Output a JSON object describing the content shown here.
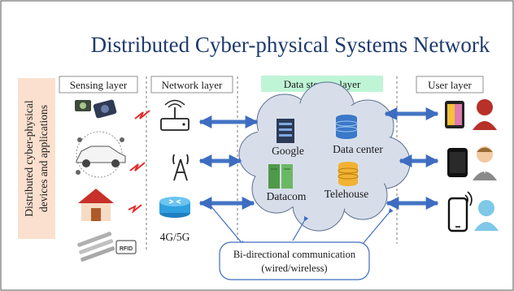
{
  "title": "Distributed Cyber-physical Systems Network",
  "side_label": {
    "line1": "Distributed cyber-physical",
    "line2": "devices and applications"
  },
  "layers": {
    "sensing": "Sensing layer",
    "network": "Network layer",
    "storage": "Data storage layer",
    "user": "User layer"
  },
  "storage_nodes": {
    "google": "Google",
    "data_center": "Data center",
    "datacom": "Datacom",
    "telehouse": "Telehouse"
  },
  "network_label": "4G/5G",
  "rfid_label": "RFID",
  "callout": {
    "line1": "Bi-directional communication",
    "line2": "(wired/wireless)"
  },
  "colors": {
    "title": "#1f3b6e",
    "storage_bg": "#bff5d6",
    "side_bg": "#fbe0cf",
    "cloud_fill": "#d7deea",
    "arrow": "#4474c4"
  }
}
